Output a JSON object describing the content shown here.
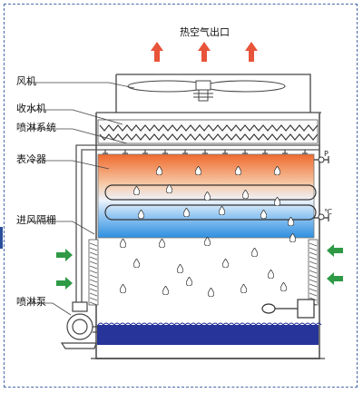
{
  "title": "热空气出口",
  "labels": {
    "fan": "风机",
    "drift_eliminator": "收水机",
    "spray_system": "喷淋系统",
    "coil": "表冷器",
    "inlet_louver": "进风隔栅",
    "spray_pump": "喷淋泵"
  },
  "gauge_marks": {
    "pressure": "P",
    "temperature": "℃"
  },
  "colors": {
    "hot_air_arrow": "#e8543a",
    "cold_air_arrow": "#2e9a46",
    "coil_hot": "#ef6a2c",
    "coil_cold": "#2f8fe0",
    "water_basin": "#27349a",
    "line": "#555555"
  },
  "icons": {
    "up_arrow": "hot-air-outlet-arrow",
    "in_arrow": "air-inlet-arrow",
    "droplet": "water-droplet"
  }
}
